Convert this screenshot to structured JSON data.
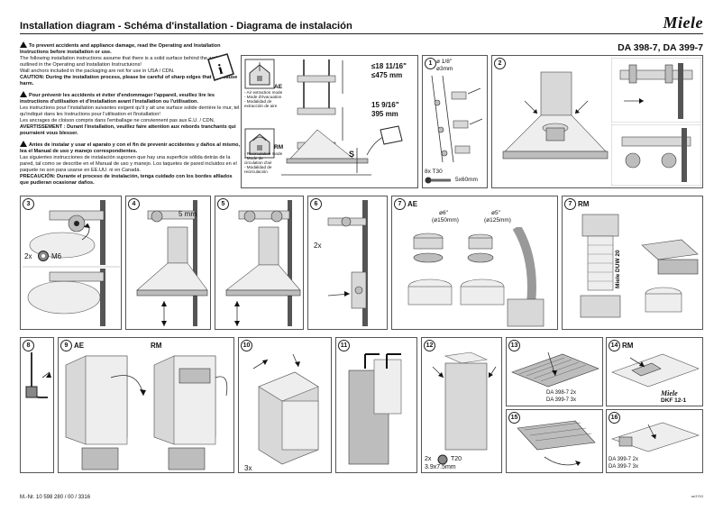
{
  "header": {
    "title": "Installation diagram  -  Schéma d'installation  -  Diagrama de instalación",
    "logo": "Miele",
    "models": "DA 398-7, DA 399-7"
  },
  "notes": {
    "en_title": "To prevent accidents and appliance damage, read the Operating and Installation Instructions before installation or use.",
    "en_body": "The following installation instructions assume that there is a solid surface behind the wall as outlined in the Operating and Installation Instructuions!",
    "en_anchor": "Wall anchors included in the packaging are not for use in USA / CDN.",
    "en_caution": "CAUTION: During the installation process, please be careful of sharp edges that can cause harm.",
    "fr_title": "Pour prévenir les accidents et éviter d'endommager l'appareil, veuillez lire les instructions d'utilisation et d'installation avant l'installation ou l'utilisation.",
    "fr_body": "Les instructions pour l'installation suivantes exigent qu'il y ait une surface solide derrière le mur, tel qu'indiqué dans les Instructions pour l'utilisation et l'installation!",
    "fr_anchor": "Les ancrages de cloison compris dans l'emballage ne conviennent pas aux É.U. / CDN.",
    "fr_caution": "AVERTISSEMENT : Durant l'installation, veuillez faire attention aux rebords tranchants qui pourraient vous blesser.",
    "es_title": "Antes de instalar y usar el aparato y con el fin de prevenir accidentes y daños al mismo, lea el Manual de uso y manejo correspondientes.",
    "es_body": "Las siguientes instrucciones de instalación suponen que hay una superficie sólida detrás de la pared, tal como se describe en el Manual de uso y manejo. Los taquetes de pared incluidos en el paquete no son para usarse en EE.UU. ni en Canadá.",
    "es_caution": "PRECAUCIÓN: Durante el proceso de instalación, tenga cuidado con los bordes afilados que pudieran ocasionar daños."
  },
  "modes": {
    "ae_tag": "AE",
    "ae_lines": [
      "- Air extraction mode",
      "- Mode d'évacuation",
      "- Modalidad de",
      "  extracción de aire"
    ],
    "rm_tag": "RM",
    "rm_lines": [
      "- Recirculation mode",
      "- Mode de",
      "  circulation d'air",
      "- Modalidad de",
      "  recirculación"
    ],
    "dim1_in": "≤18 11/16\"",
    "dim1_mm": "≤475 mm",
    "dim2_in": "15 9/16\"",
    "dim2_mm": "395 mm",
    "s_label": "S"
  },
  "steps": {
    "s1": {
      "num": "1",
      "d1": "ø 1/8\"",
      "d2": "ø3mm",
      "screws": "8x T30",
      "size": "5x60mm"
    },
    "s2": {
      "num": "2"
    },
    "s3": {
      "num": "3",
      "qty": "2x",
      "screw": "M6"
    },
    "s4": {
      "num": "4",
      "dist": "5 mm"
    },
    "s5": {
      "num": "5"
    },
    "s6": {
      "num": "6",
      "qty": "2x"
    },
    "s7a": {
      "num": "7",
      "mode": "AE",
      "a_in": "ø6\"",
      "a_mm": "(ø150mm)",
      "b_in": "ø5\"",
      "b_mm": "(ø125mm)"
    },
    "s7b": {
      "num": "7",
      "mode": "RM",
      "brand": "Miele DUW 20"
    },
    "s8": {
      "num": "8"
    },
    "s9": {
      "num": "9",
      "mode_a": "AE",
      "mode_b": "RM"
    },
    "s10": {
      "num": "10",
      "qty": "3x"
    },
    "s11": {
      "num": "11"
    },
    "s12": {
      "num": "12",
      "qty": "2x",
      "screw": "T20",
      "size": "3.9x7.5mm"
    },
    "s13": {
      "num": "13",
      "line1": "DA 398-7 2x",
      "line2": "DA 399-7 3x"
    },
    "s14": {
      "num": "14",
      "mode": "RM",
      "brand": "Miele",
      "model": "DKF 12-1"
    },
    "s15": {
      "num": "15"
    },
    "s16": {
      "num": "16",
      "line1": "DA 399-7 2x",
      "line2": "DA 399-7 3x"
    }
  },
  "footer": {
    "doc": "M.-Nr. 10 598 280 / 00 / 3316",
    "code": "ae3763"
  }
}
